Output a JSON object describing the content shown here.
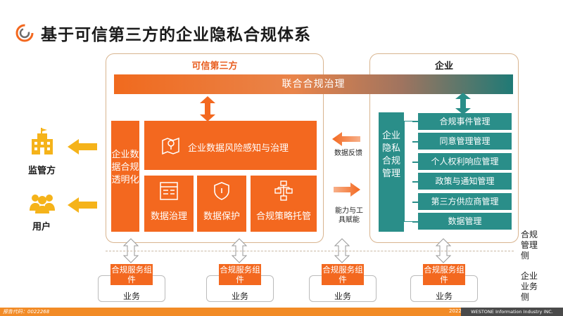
{
  "title": "基于可信第三方的企业隐私合规体系",
  "colors": {
    "accent_orange": "#f3681f",
    "teal": "#2a8e89",
    "arrow_yellow": "#f5b31a",
    "footer_orange": "#f28b26"
  },
  "third_party": {
    "label": "可信第三方",
    "vertical_box": "企业数据合规透明化",
    "risk_box": "企业数据风险感知与治理",
    "small_boxes": [
      "数据治理",
      "数据保护",
      "合规策略托管"
    ]
  },
  "enterprise": {
    "label": "企业",
    "vertical_box": "企业隐私合规管理",
    "items": [
      "合规事件管理",
      "同意管理管理",
      "个人权利响应管理",
      "政策与通知管理",
      "第三方供应商管理",
      "数据管理"
    ]
  },
  "governance_bar": "联合合规治理",
  "arrows": {
    "feedback": "数据反馈",
    "empower": "能力与工具赋能"
  },
  "left_side": {
    "regulator": "监管方",
    "user": "用户"
  },
  "right_side": {
    "compliance": "合规管理侧",
    "business": "企业业务侧"
  },
  "service_component": "合规服务组件",
  "business_label": "业务",
  "icons": {
    "logo": "circle-logo-icon",
    "regulator": "building-icon",
    "user": "users-icon",
    "risk": "map-pin-icon",
    "governance": "document-list-icon",
    "protect": "shield-icon",
    "policy": "hierarchy-icon"
  },
  "footer": {
    "left": "报告代码：0022268",
    "year": "2022",
    "right": "WESTONE  Information Industry INC."
  }
}
